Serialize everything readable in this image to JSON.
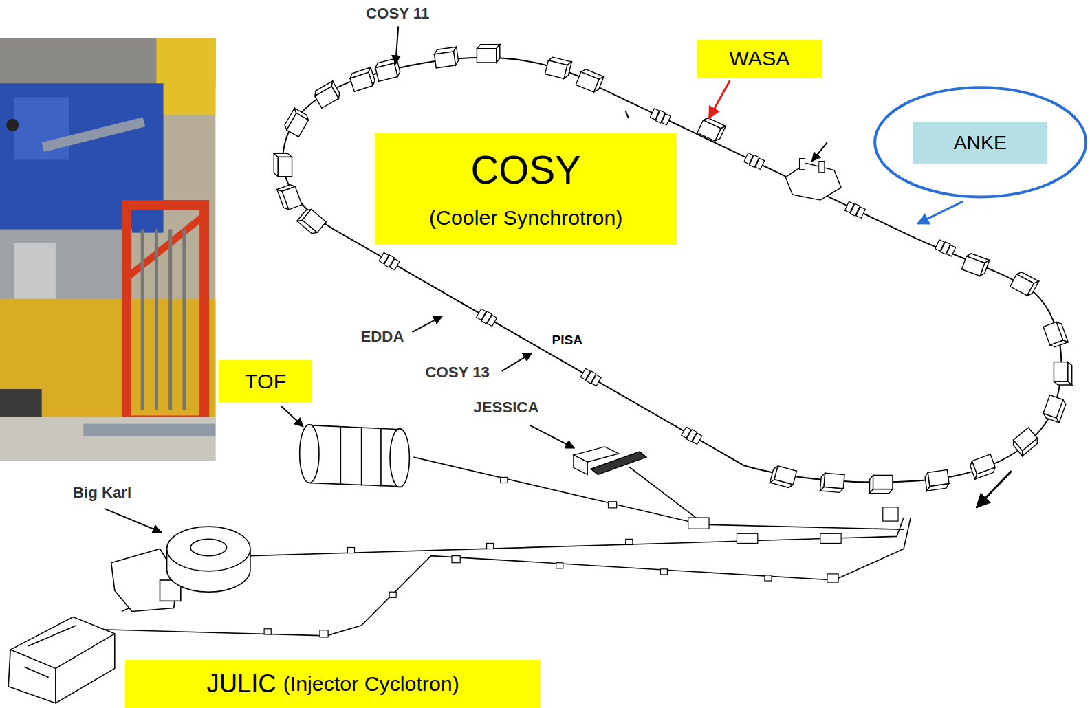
{
  "diagram": {
    "nodes": [
      {
        "text": [
          "WASA"
        ]
      },
      {
        "text": [
          "ANKE"
        ]
      },
      {
        "text": [
          "COSY",
          "(Cooler Synchrotron)"
        ]
      },
      {
        "text": [
          "TOF"
        ]
      },
      {
        "text": [
          "JULIC",
          "(Injector Cyclotron)"
        ]
      }
    ],
    "labels": [
      "COSY 11",
      "EDDA",
      "PISA",
      "COSY 13",
      "JESSICA",
      "Big Karl"
    ]
  }
}
